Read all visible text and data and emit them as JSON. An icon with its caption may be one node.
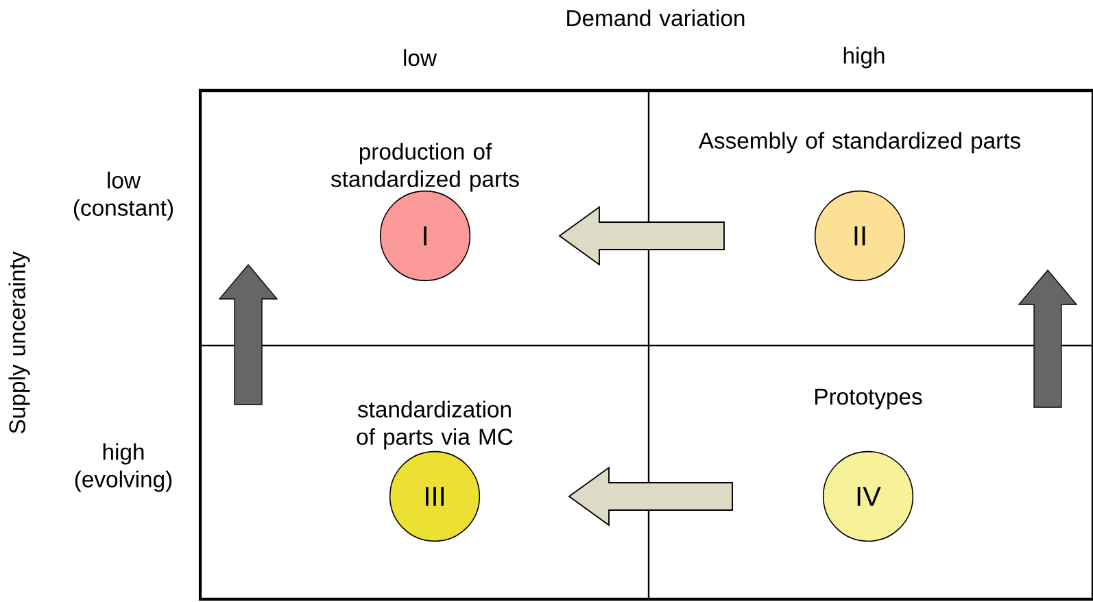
{
  "diagram": {
    "nodes": [
      {
        "text": [
          "I"
        ],
        "beside": [
          "production of standardized parts"
        ]
      },
      {
        "text": [
          "II"
        ],
        "beside": [
          "Assembly of standardized parts"
        ]
      },
      {
        "text": [
          "III"
        ],
        "beside": [
          "standardization of parts via MC"
        ]
      },
      {
        "text": [
          "IV"
        ],
        "beside": [
          "Prototypes"
        ]
      }
    ],
    "edges": [
      {
        "from": 1,
        "to": 0,
        "arrow": "to"
      },
      {
        "from": 3,
        "to": 2,
        "arrow": "to"
      }
    ],
    "labels": [
      "Demand variation",
      "low",
      "high",
      "Supply uncerainty",
      "low (constant)",
      "high (evolving)"
    ]
  }
}
